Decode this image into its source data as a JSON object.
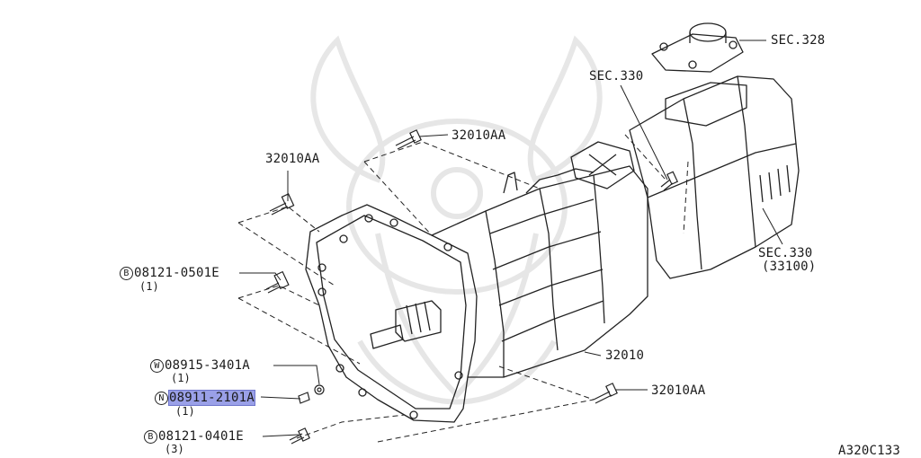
{
  "diagram_id": "A320C133",
  "colors": {
    "line": "#222222",
    "highlight": "#9aa0e8",
    "watermark": "#e6e6e6"
  },
  "labels": {
    "sec328": "SEC.328",
    "sec330_top": "SEC.330",
    "sec330_right": "SEC.330",
    "sec330_right_sub": "(33100)",
    "p32010aa_top": "32010AA",
    "p32010aa_left": "32010AA",
    "p32010aa_bottom": "32010AA",
    "p32010": "32010",
    "b1": {
      "circle": "B",
      "part": "08121-0501E",
      "qty": "(1)"
    },
    "w1": {
      "circle": "W",
      "part": "08915-3401A",
      "qty": "(1)"
    },
    "n1": {
      "circle": "N",
      "part": "08911-2101A",
      "qty": "(1)"
    },
    "b2": {
      "circle": "B",
      "part": "08121-0401E",
      "qty": "(3)"
    }
  }
}
